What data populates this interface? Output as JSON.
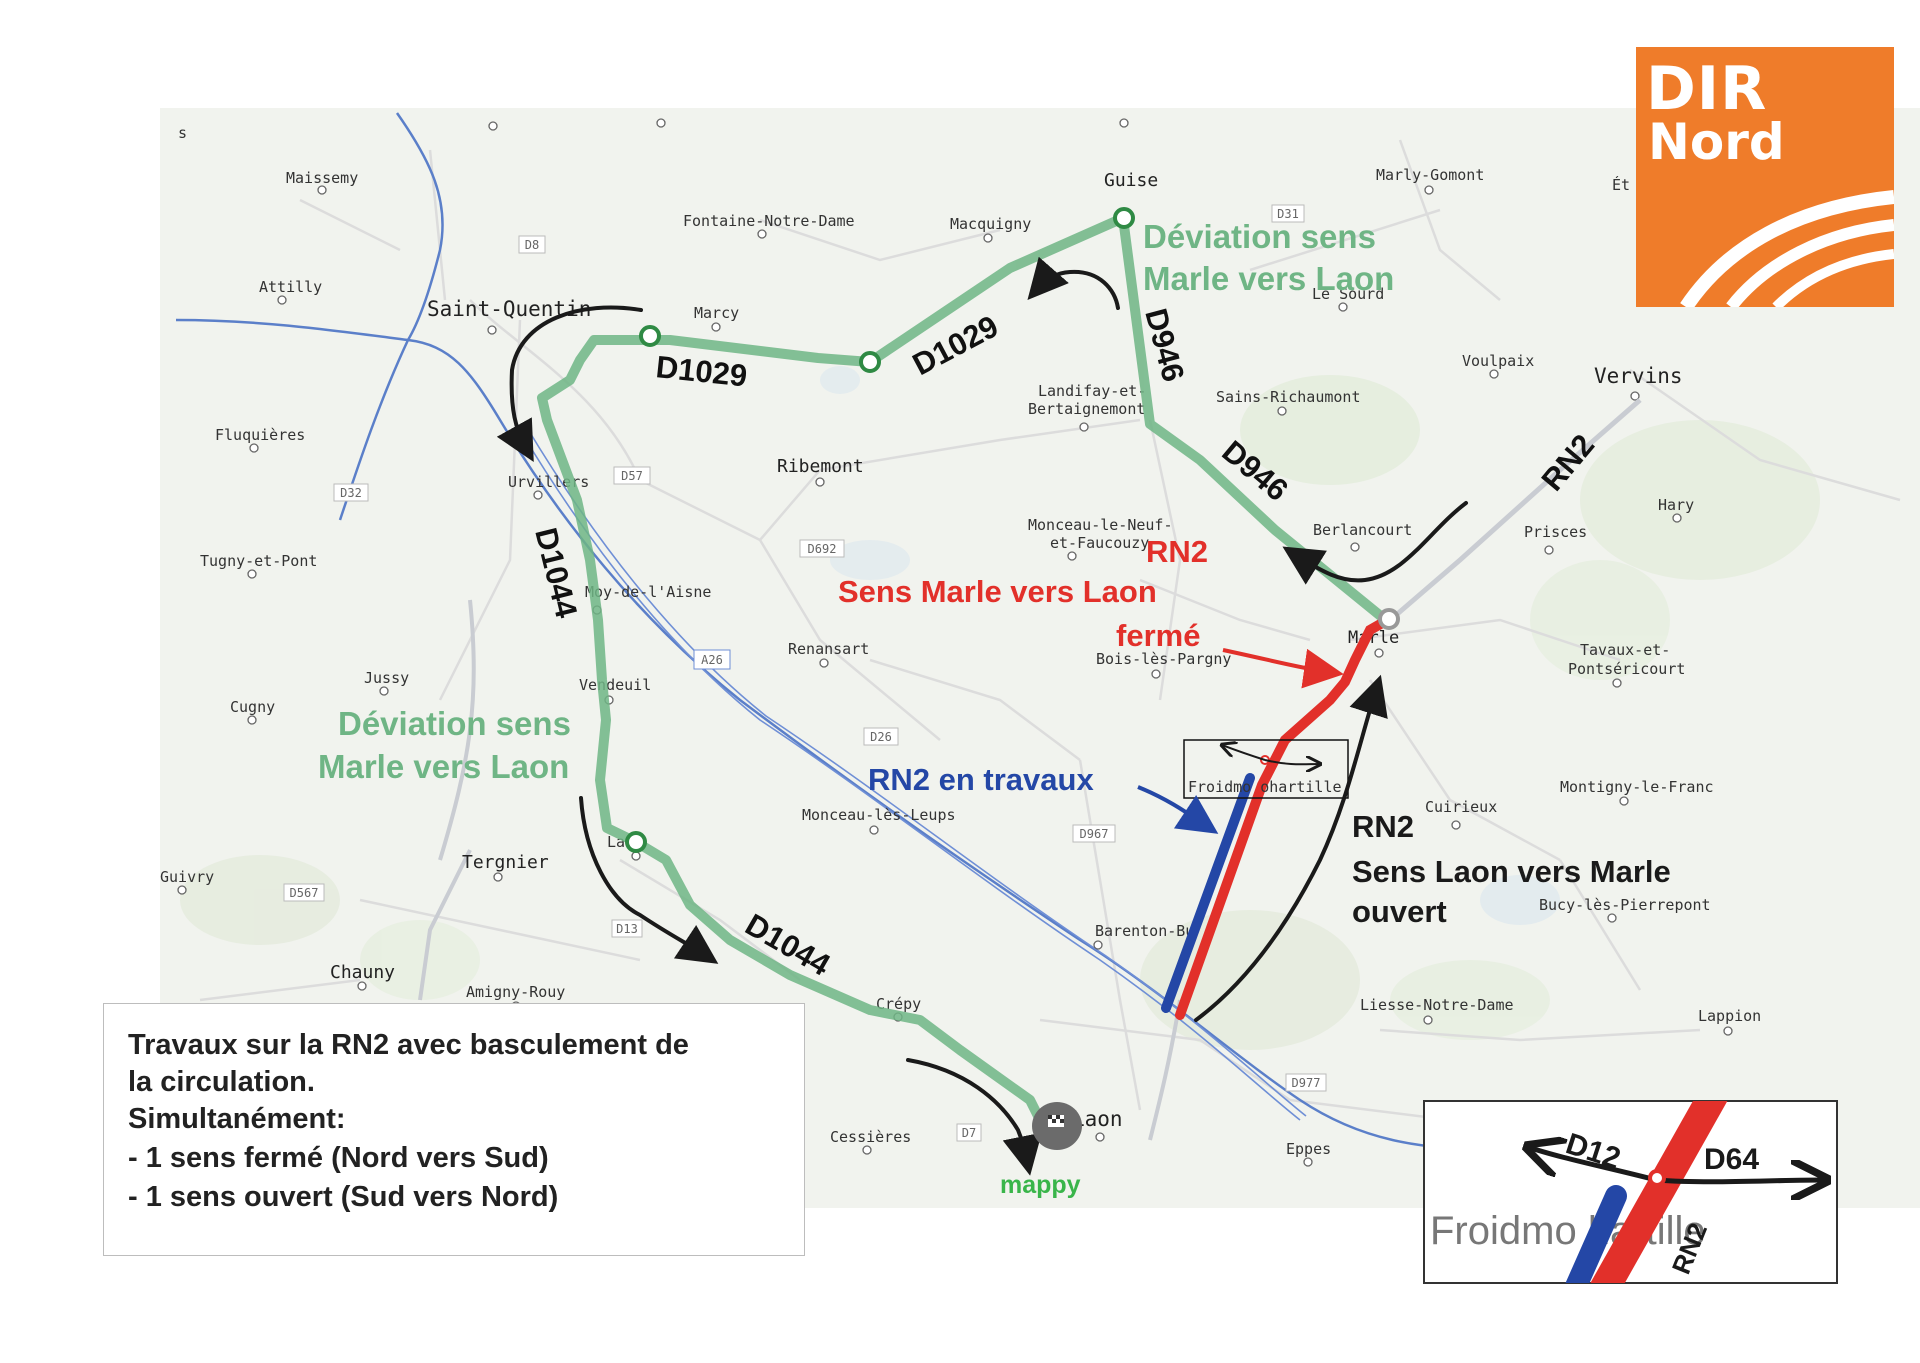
{
  "logo": {
    "line1": "DIR",
    "line2": "Nord",
    "color": "#ef7c2a"
  },
  "colors": {
    "deviation": "#6fb585",
    "closed": "#e2302a",
    "works": "#2447a6",
    "open": "#1a1a1a",
    "map_bg": "#f1f3ee",
    "river": "#5b7fc9"
  },
  "towns": [
    {
      "id": "maissemy",
      "label": "Maissemy"
    },
    {
      "id": "attilly",
      "label": "Attilly"
    },
    {
      "id": "fluquieres",
      "label": "Fluquières"
    },
    {
      "id": "tugny",
      "label": "Tugny-et-Pont"
    },
    {
      "id": "jussy",
      "label": "Jussy"
    },
    {
      "id": "cugny",
      "label": "Cugny"
    },
    {
      "id": "guivry",
      "label": "Guivry"
    },
    {
      "id": "chauny",
      "label": "Chauny"
    },
    {
      "id": "amigny",
      "label": "Amigny-Rouy"
    },
    {
      "id": "tergnier",
      "label": "Tergnier"
    },
    {
      "id": "saint_quentin",
      "label": "Saint-Quentin"
    },
    {
      "id": "urvillers",
      "label": "Urvillers"
    },
    {
      "id": "moy",
      "label": "Moy-de-l'Aisne"
    },
    {
      "id": "vendeuil",
      "label": "Vendeuil"
    },
    {
      "id": "lafere",
      "label": "La    e"
    },
    {
      "id": "fontaine",
      "label": "Fontaine-Notre-Dame"
    },
    {
      "id": "marcy",
      "label": "Marcy"
    },
    {
      "id": "macquigny",
      "label": "Macquigny"
    },
    {
      "id": "guise",
      "label": "Guise"
    },
    {
      "id": "ribemont",
      "label": "Ribemont"
    },
    {
      "id": "renansart",
      "label": "Renansart"
    },
    {
      "id": "monceau_leups",
      "label": "Monceau-lès-Leups"
    },
    {
      "id": "crepy",
      "label": "Crépy"
    },
    {
      "id": "cessieres",
      "label": "Cessières"
    },
    {
      "id": "laon",
      "label": "Laon"
    },
    {
      "id": "eppes",
      "label": "Eppes"
    },
    {
      "id": "barenton",
      "label": "Barenton-Bu"
    },
    {
      "id": "landifay1",
      "label": "Landifay-et-"
    },
    {
      "id": "landifay2",
      "label": "Bertaignemont"
    },
    {
      "id": "sains",
      "label": "Sains-Richaumont"
    },
    {
      "id": "monceau_neuf1",
      "label": "Monceau-le-Neuf-"
    },
    {
      "id": "monceau_neuf2",
      "label": "et-Faucouzy"
    },
    {
      "id": "bois_pargny",
      "label": "Bois-lès-Pargny"
    },
    {
      "id": "le_sourd",
      "label": "Le Sourd"
    },
    {
      "id": "marly",
      "label": "Marly-Gomont"
    },
    {
      "id": "voulpaix",
      "label": "Voulpaix"
    },
    {
      "id": "vervins",
      "label": "Vervins"
    },
    {
      "id": "berlancourt",
      "label": "Berlancourt"
    },
    {
      "id": "prisces",
      "label": "Prisces"
    },
    {
      "id": "hary",
      "label": "Hary"
    },
    {
      "id": "marle",
      "label": "Marle"
    },
    {
      "id": "tavaux1",
      "label": "Tavaux-et-"
    },
    {
      "id": "tavaux2",
      "label": "Pontséricourt"
    },
    {
      "id": "cuirieux",
      "label": "Cuirieux"
    },
    {
      "id": "montigny",
      "label": "Montigny-le-Franc"
    },
    {
      "id": "bucy",
      "label": "Bucy-lès-Pierrepont"
    },
    {
      "id": "liesse",
      "label": "Liesse-Notre-Dame"
    },
    {
      "id": "lappion",
      "label": "Lappion"
    },
    {
      "id": "froidmont_map",
      "label": "Froidmo    ohartille"
    },
    {
      "id": "et",
      "label": "Ét"
    },
    {
      "id": "s_edge",
      "label": "s"
    }
  ],
  "road_boxes": [
    "D8",
    "D57",
    "D32",
    "D692",
    "A26",
    "D26",
    "D967",
    "D567",
    "D13",
    "D7",
    "D977",
    "D31"
  ],
  "route_labels": {
    "d1029_a": "D1029",
    "d1029_b": "D1029",
    "d946_a": "D946",
    "d946_b": "D946",
    "d1044_a": "D1044",
    "d1044_b": "D1044",
    "rn2_north": "RN2"
  },
  "annotations": {
    "deviation_ne_1": "Déviation sens",
    "deviation_ne_2": "Marle vers Laon",
    "deviation_w_1": "Déviation sens",
    "deviation_w_2": "Marle vers Laon",
    "closed_1": "RN2",
    "closed_2": "Sens Marle vers Laon",
    "closed_3": "fermé",
    "works": "RN2 en travaux",
    "open_1": "RN2",
    "open_2": "Sens Laon vers Marle",
    "open_3": "ouvert"
  },
  "mappy": "mappy",
  "inset": {
    "d12": "D12",
    "d64": "D64",
    "rn2": "RN2",
    "place": "Froidmo    hartille"
  },
  "legend": {
    "line1": "Travaux sur la RN2 avec basculement de",
    "line2": "la circulation.",
    "line3": "Simultanément:",
    "line4": "- 1 sens fermé (Nord vers Sud)",
    "line5": "- 1 sens ouvert (Sud vers Nord)"
  }
}
